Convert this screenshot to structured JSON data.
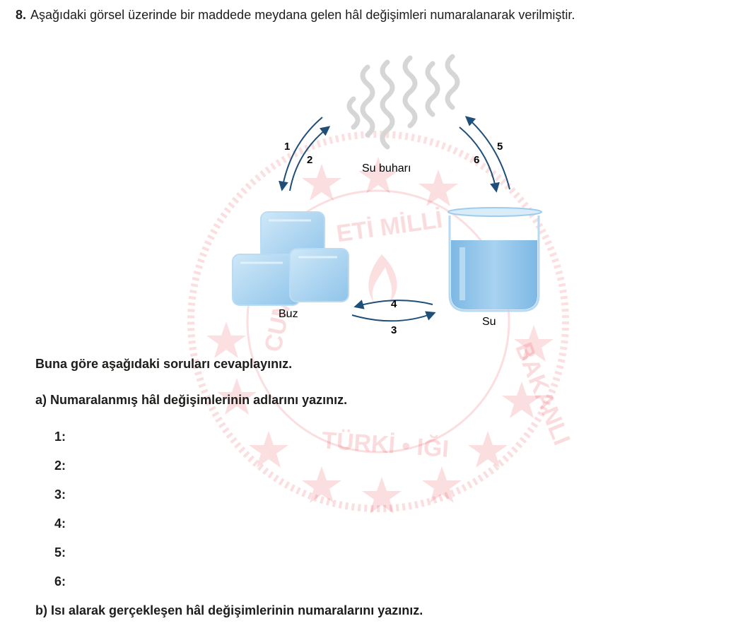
{
  "question": {
    "number": "8.",
    "text": "Aşağıdaki görsel üzerinde bir maddede meydana gelen hâl değişimleri numaralanarak verilmiştir."
  },
  "diagram": {
    "labels": {
      "vapor": "Su buharı",
      "ice": "Buz",
      "water": "Su"
    },
    "arrow_numbers": [
      "1",
      "2",
      "3",
      "4",
      "5",
      "6"
    ],
    "watermark_text": {
      "top": "ETİ MİLLİ",
      "right": "BAKANLI",
      "bottom": "TÜRKİ • IĞI",
      "left": "CUM"
    },
    "colors": {
      "arrow": "#1f4e79",
      "ice": "#a9d4f0",
      "water": "#8ec4e8",
      "watermark": "#e63946"
    }
  },
  "instructions": "Buna göre aşağıdaki soruları cevaplayınız.",
  "part_a": {
    "prompt": "a) Numaralanmış hâl değişimlerinin adlarını yazınız.",
    "answers": [
      "1:",
      "2:",
      "3:",
      "4:",
      "5:",
      "6:"
    ]
  },
  "part_b": {
    "prompt": "b) Isı alarak gerçekleşen hâl değişimlerinin numaralarını yazınız."
  }
}
